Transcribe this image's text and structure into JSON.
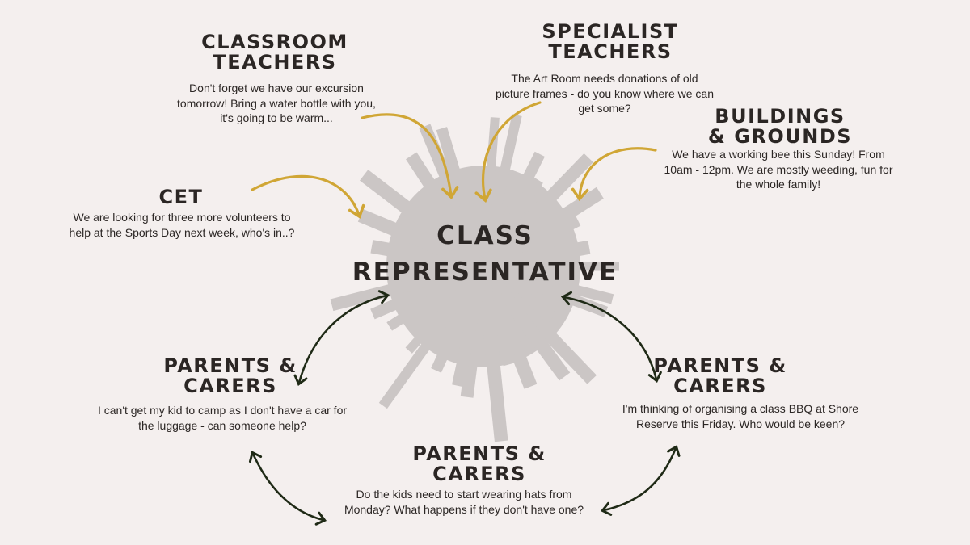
{
  "center": {
    "line1": "CLASS",
    "line2": "REPRESENTATIVE"
  },
  "nodes": {
    "classroom_teachers": {
      "title1": "CLASSROOM",
      "title2": "TEACHERS",
      "message": "Don't forget we have our excursion tomorrow! Bring a water bottle with you, it's going to be warm..."
    },
    "specialist_teachers": {
      "title1": "SPECIALIST",
      "title2": "TEACHERS",
      "message": "The Art Room needs donations of old picture frames - do you know where we can get some?"
    },
    "buildings_grounds": {
      "title1": "BUILDINGS",
      "title2": "& GROUNDS",
      "message": "We have a working bee this Sunday! From 10am - 12pm. We are mostly weeding, fun for the whole family!"
    },
    "cet": {
      "title1": "CET",
      "message": "We are looking for three more volunteers to help at the Sports Day next week, who's in..?"
    },
    "parents_left": {
      "title1": "PARENTS &",
      "title2": "CARERS",
      "message": "I can't get my kid to camp as I don't have a car for the luggage - can someone help?"
    },
    "parents_right": {
      "title1": "PARENTS &",
      "title2": "CARERS",
      "message": "I'm thinking of organising a class BBQ at Shore Reserve this Friday. Who would be keen?"
    },
    "parents_bottom": {
      "title1": "PARENTS &",
      "title2": "CARERS",
      "message": "Do the kids need to start wearing hats from Monday? What happens if they don't have one?"
    }
  },
  "colors": {
    "background": "#f4efee",
    "burst": "#cbc6c5",
    "gold_arrow": "#d0a635",
    "dark_arrow": "#1f2a16",
    "text": "#2b2624"
  }
}
